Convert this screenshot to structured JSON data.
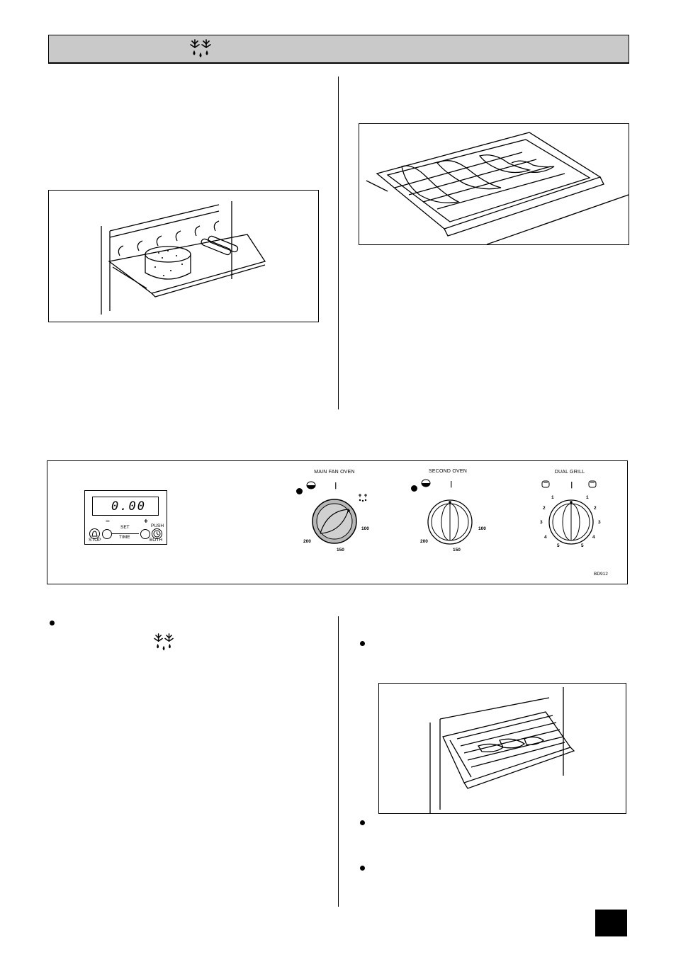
{
  "header": {
    "icon": "defrost-icon"
  },
  "control_panel": {
    "timer": {
      "display": "0.00",
      "minus": "−",
      "plus": "+",
      "set": "SET",
      "time": "TIME",
      "push": "PUSH",
      "stop": "STOP",
      "both": "BOTH"
    },
    "main_fan_oven": {
      "label": "MAIN FAN OVEN",
      "marks": [
        "100",
        "150",
        "200"
      ]
    },
    "second_oven": {
      "label": "SECOND OVEN",
      "marks": [
        "100",
        "150",
        "200"
      ]
    },
    "dual_grill": {
      "label": "DUAL GRILL",
      "marks": [
        "1",
        "2",
        "3",
        "4",
        "5"
      ]
    },
    "code": "BD912"
  },
  "icons": [
    "defrost-icon",
    "bullet-icon"
  ]
}
